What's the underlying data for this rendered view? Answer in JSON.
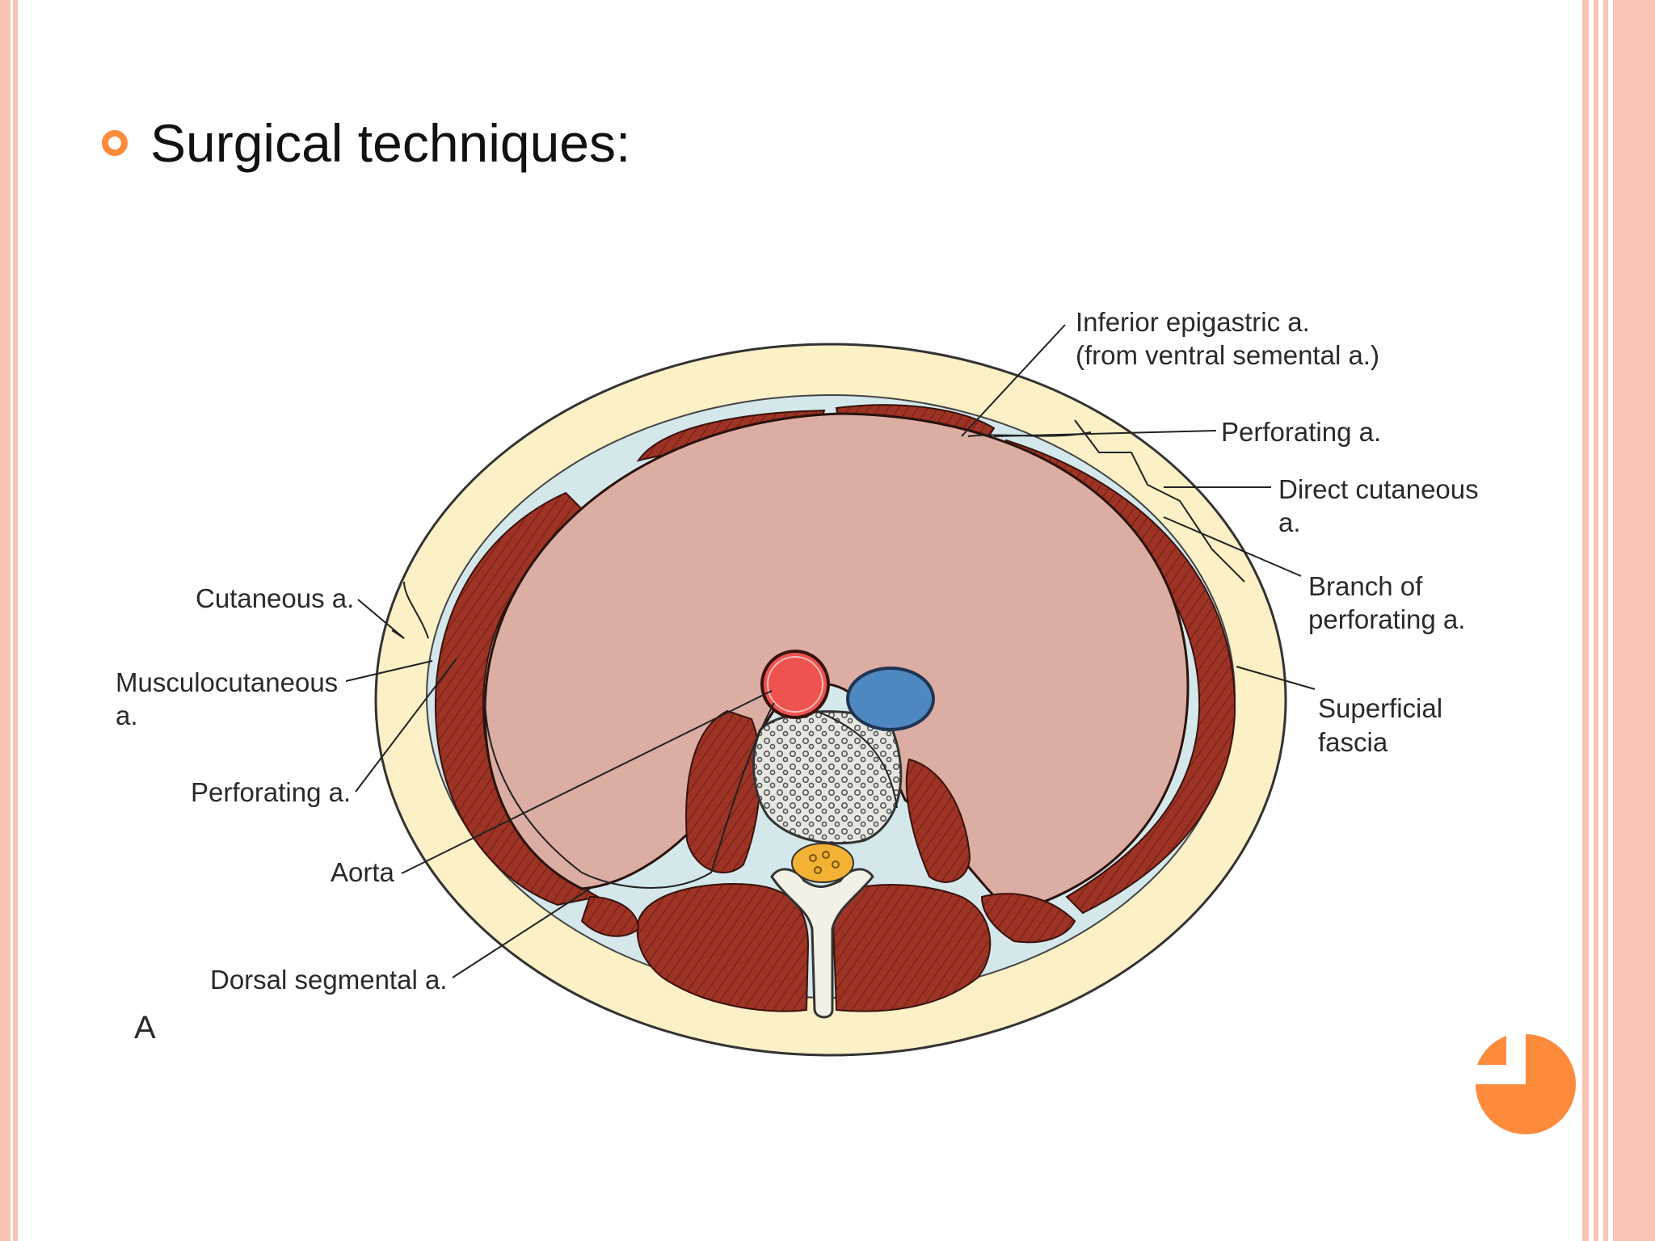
{
  "slide": {
    "bullet_text": "Surgical techniques:",
    "accent_color": "#fd8b3c",
    "border_color": "#f8c4b3"
  },
  "diagram": {
    "panel_label": "A",
    "labels": {
      "inferior_epigastric_line1": "Inferior epigastric a.",
      "inferior_epigastric_line2": "(from ventral semental a.)",
      "perforating_right": "Perforating a.",
      "direct_cutaneous_line1": "Direct cutaneous",
      "direct_cutaneous_line2": "a.",
      "branch_perforating_line1": "Branch of",
      "branch_perforating_line2": "perforating a.",
      "superficial_fascia_line1": "Superficial",
      "superficial_fascia_line2": "fascia",
      "cutaneous": "Cutaneous a.",
      "musculocutaneous_line1": "Musculocutaneous",
      "musculocutaneous_line2": "a.",
      "perforating_left": "Perforating a.",
      "aorta": "Aorta",
      "dorsal_segmental": "Dorsal segmental a."
    },
    "colors": {
      "skin": "#fbf0c6",
      "muscle": "#9c3324",
      "cavity": "#dcada2",
      "aorta": "#ef5350",
      "vein": "#4f87c0",
      "spinal_cord": "#f3b233",
      "fascia": "#d4e8ec"
    }
  },
  "nav": {
    "icon": "pie-progress-icon",
    "color": "#fd8b3c"
  }
}
